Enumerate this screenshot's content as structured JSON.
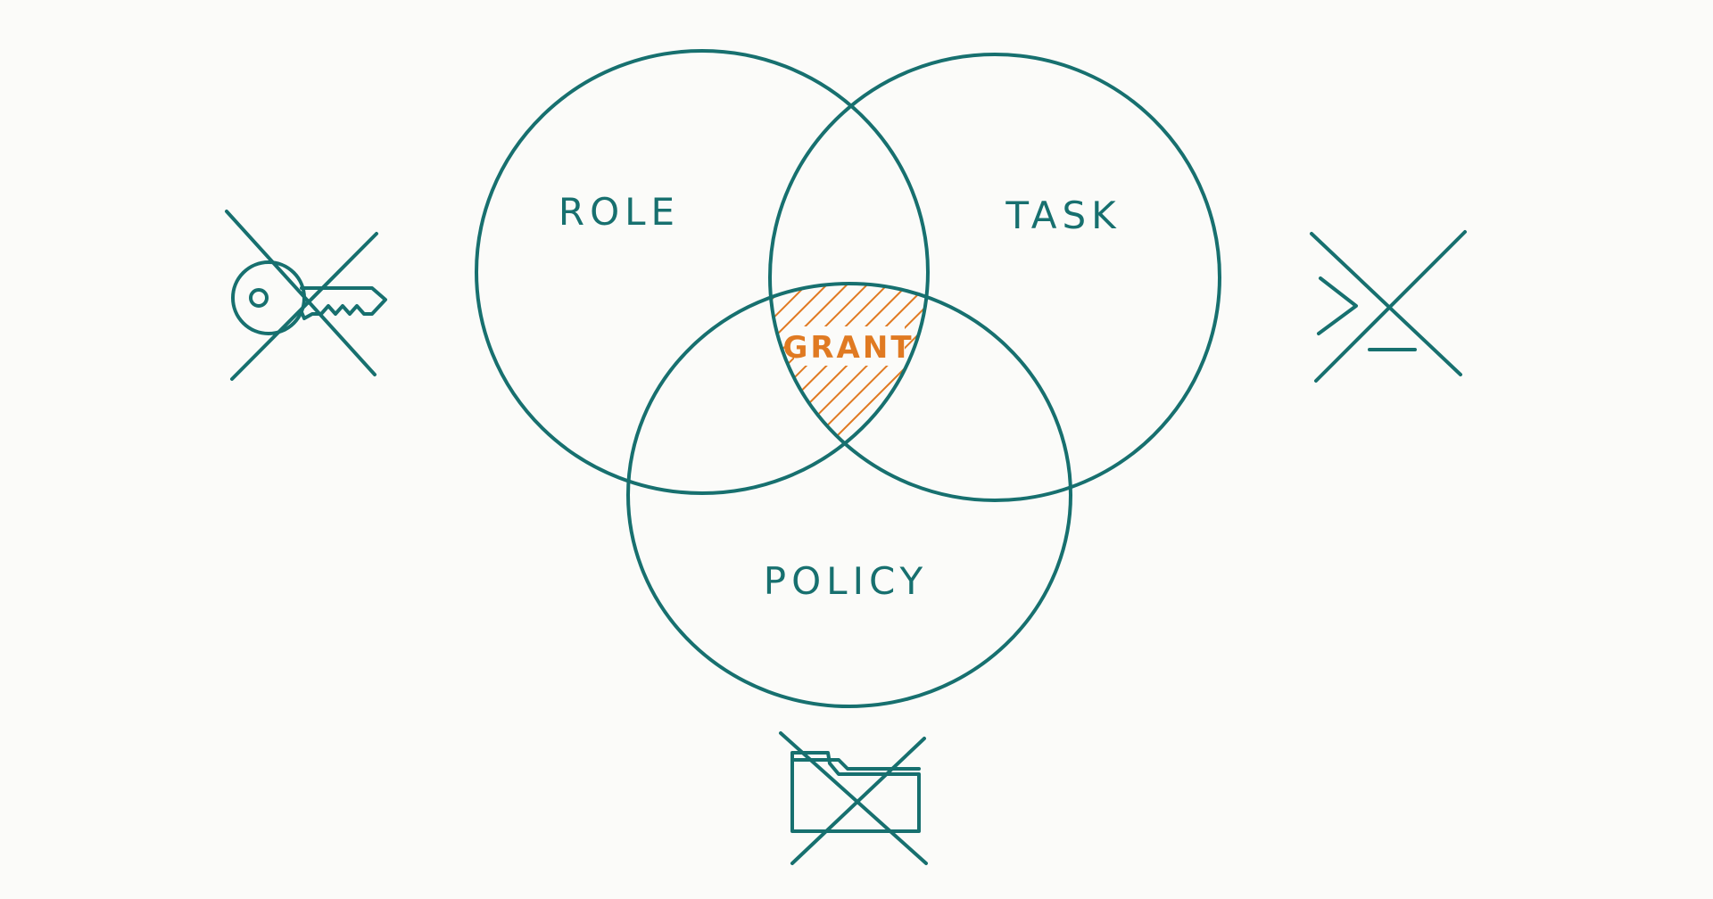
{
  "colors": {
    "background": "#fbfbf9",
    "ink": "#17706f",
    "accent": "#e07a22"
  },
  "diagram": {
    "sets": [
      {
        "key": "role",
        "label": "ROLE"
      },
      {
        "key": "task",
        "label": "TASK"
      },
      {
        "key": "policy",
        "label": "POLICY"
      }
    ],
    "intersection": {
      "label": "GRANT",
      "style": "hatched"
    }
  },
  "icons": {
    "left": {
      "name": "key-icon",
      "crossed_out": true
    },
    "right": {
      "name": "terminal-prompt-icon",
      "crossed_out": true
    },
    "bottom": {
      "name": "folder-icon",
      "crossed_out": true
    }
  }
}
